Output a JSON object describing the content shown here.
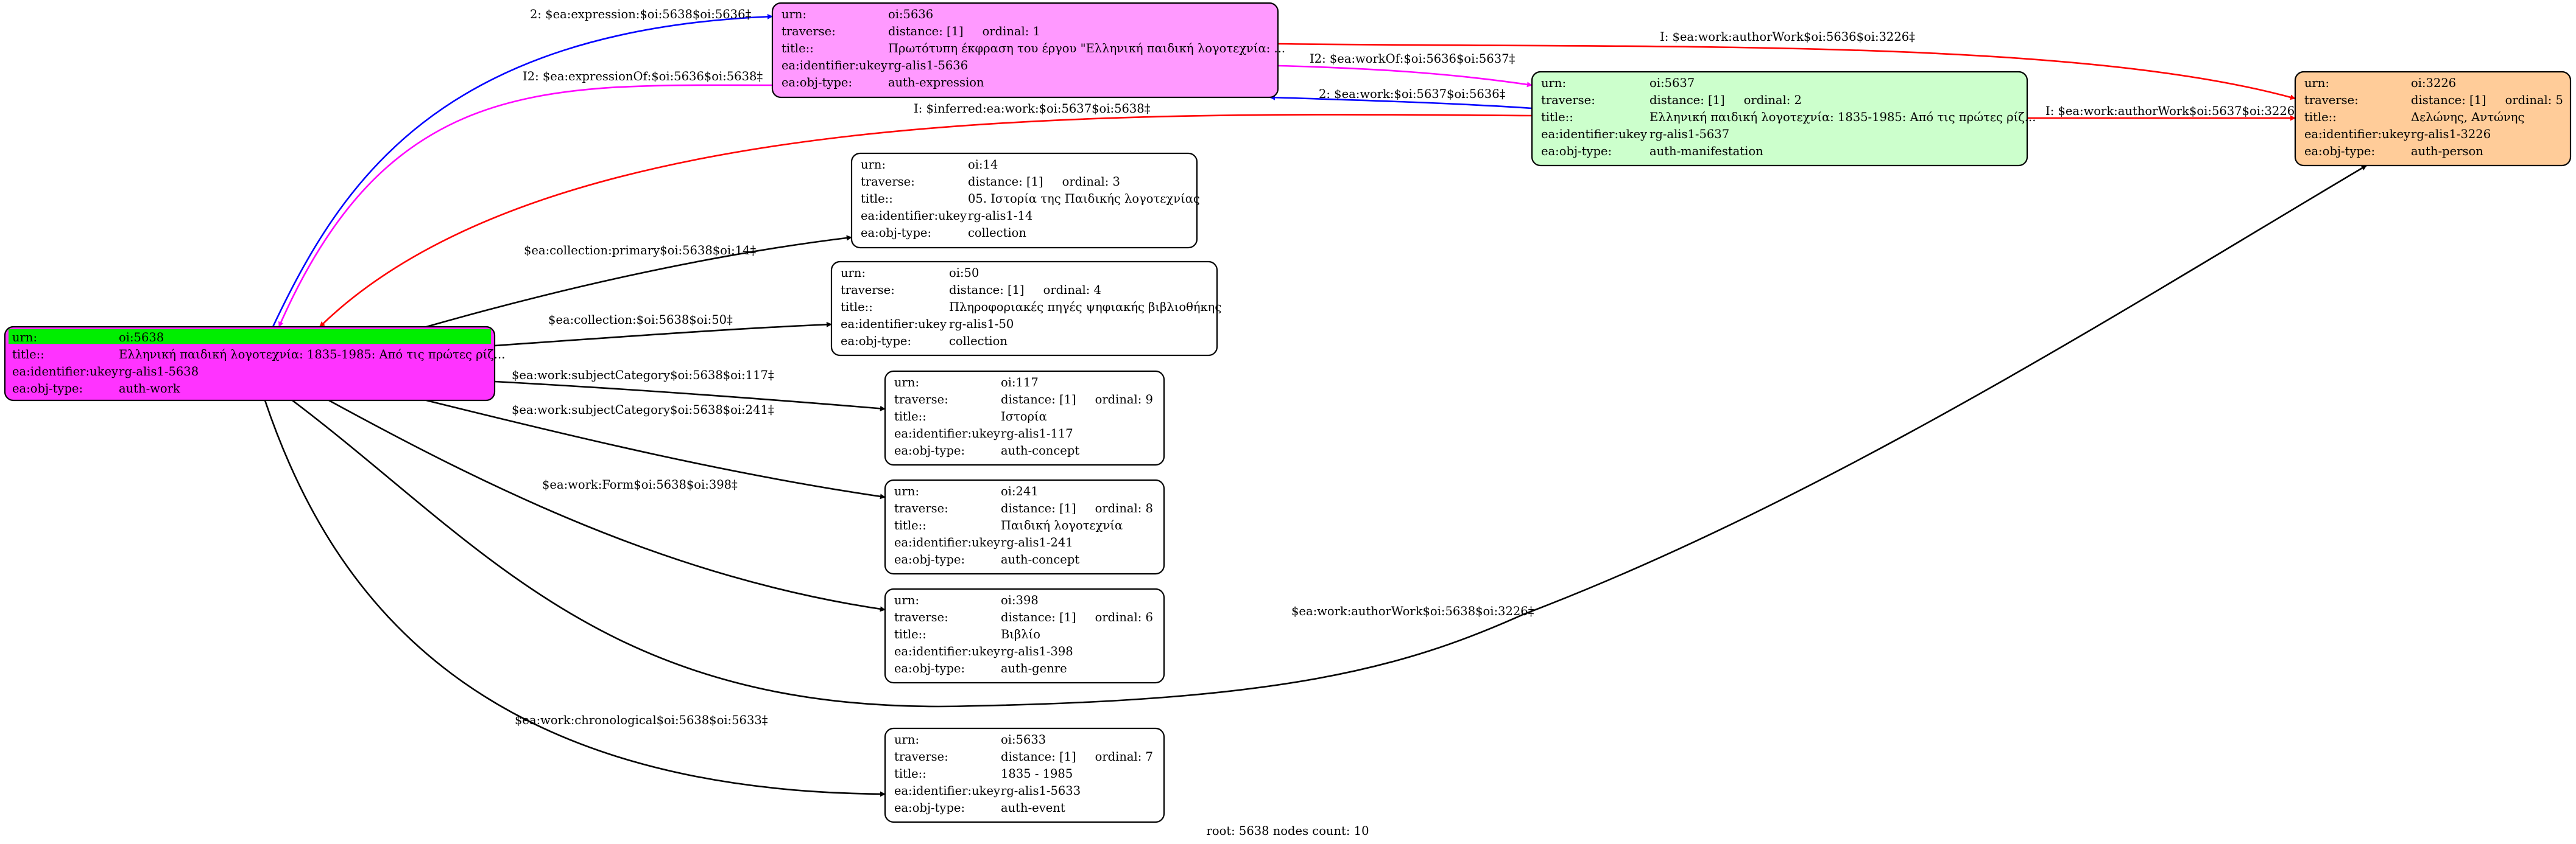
{
  "colors": {
    "blue": "#0000ff",
    "magenta": "#ff00ff",
    "red": "#ff0000",
    "black": "#000000",
    "work_fill": "#ff33ff",
    "work_urn_highlight": "#00ee00",
    "expression_fill": "#ff99ff",
    "manifestation_fill": "#ccffcc",
    "person_fill": "#ffcc99",
    "plain_fill": "#ffffff"
  },
  "nodes": {
    "n5638": {
      "rows": [
        [
          "urn:",
          "oi:5638"
        ],
        [
          "title::",
          "Ελληνική παιδική λογοτεχνία: 1835-1985: Από τις πρώτες ρίζ..."
        ],
        [
          "ea:identifier:ukey",
          "rg-alis1-5638"
        ],
        [
          "ea:obj-type:",
          "auth-work"
        ]
      ]
    },
    "n5636": {
      "rows": [
        [
          "urn:",
          "oi:5636"
        ],
        [
          "traverse:",
          "distance: [1]     ordinal: 1"
        ],
        [
          "title::",
          "Πρωτότυπη έκφραση του έργου \"Ελληνική παιδική λογοτεχνία: ..."
        ],
        [
          "ea:identifier:ukey",
          "rg-alis1-5636"
        ],
        [
          "ea:obj-type:",
          "auth-expression"
        ]
      ]
    },
    "n5637": {
      "rows": [
        [
          "urn:",
          "oi:5637"
        ],
        [
          "traverse:",
          "distance: [1]     ordinal: 2"
        ],
        [
          "title::",
          "Ελληνική παιδική λογοτεχνία: 1835-1985: Από τις πρώτες ρίζ..."
        ],
        [
          "ea:identifier:ukey",
          "rg-alis1-5637"
        ],
        [
          "ea:obj-type:",
          "auth-manifestation"
        ]
      ]
    },
    "n3226": {
      "rows": [
        [
          "urn:",
          "oi:3226"
        ],
        [
          "traverse:",
          "distance: [1]     ordinal: 5"
        ],
        [
          "title::",
          "Δελώνης, Αντώνης"
        ],
        [
          "ea:identifier:ukey",
          "rg-alis1-3226"
        ],
        [
          "ea:obj-type:",
          "auth-person"
        ]
      ]
    },
    "n14": {
      "rows": [
        [
          "urn:",
          "oi:14"
        ],
        [
          "traverse:",
          "distance: [1]     ordinal: 3"
        ],
        [
          "title::",
          "05. Ιστορία της Παιδικής λογοτεχνίας"
        ],
        [
          "ea:identifier:ukey",
          "rg-alis1-14"
        ],
        [
          "ea:obj-type:",
          "collection"
        ]
      ]
    },
    "n50": {
      "rows": [
        [
          "urn:",
          "oi:50"
        ],
        [
          "traverse:",
          "distance: [1]     ordinal: 4"
        ],
        [
          "title::",
          "Πληροφοριακές πηγές ψηφιακής βιβλιοθήκης"
        ],
        [
          "ea:identifier:ukey",
          "rg-alis1-50"
        ],
        [
          "ea:obj-type:",
          "collection"
        ]
      ]
    },
    "n117": {
      "rows": [
        [
          "urn:",
          "oi:117"
        ],
        [
          "traverse:",
          "distance: [1]     ordinal: 9"
        ],
        [
          "title::",
          "Ιστορία"
        ],
        [
          "ea:identifier:ukey",
          "rg-alis1-117"
        ],
        [
          "ea:obj-type:",
          "auth-concept"
        ]
      ]
    },
    "n241": {
      "rows": [
        [
          "urn:",
          "oi:241"
        ],
        [
          "traverse:",
          "distance: [1]     ordinal: 8"
        ],
        [
          "title::",
          "Παιδική λογοτεχνία"
        ],
        [
          "ea:identifier:ukey",
          "rg-alis1-241"
        ],
        [
          "ea:obj-type:",
          "auth-concept"
        ]
      ]
    },
    "n398": {
      "rows": [
        [
          "urn:",
          "oi:398"
        ],
        [
          "traverse:",
          "distance: [1]     ordinal: 6"
        ],
        [
          "title::",
          "Βιβλίο"
        ],
        [
          "ea:identifier:ukey",
          "rg-alis1-398"
        ],
        [
          "ea:obj-type:",
          "auth-genre"
        ]
      ]
    },
    "n5633": {
      "rows": [
        [
          "urn:",
          "oi:5633"
        ],
        [
          "traverse:",
          "distance: [1]     ordinal: 7"
        ],
        [
          "title::",
          "1835 - 1985"
        ],
        [
          "ea:identifier:ukey",
          "rg-alis1-5633"
        ],
        [
          "ea:obj-type:",
          "auth-event"
        ]
      ]
    }
  },
  "edges": {
    "e_expression": "2: $ea:expression:$oi:5638$oi:5636‡",
    "e_expressionOf": "I2: $ea:expressionOf:$oi:5636$oi:5638‡",
    "e_authorWork_5636": "I: $ea:work:authorWork$oi:5636$oi:3226‡",
    "e_workOf": "I2: $ea:workOf:$oi:5636$oi:5637‡",
    "e_work_5637_5636": "2: $ea:work:$oi:5637$oi:5636‡",
    "e_authorWork_5637": "I: $ea:work:authorWork$oi:5637$oi:3226‡",
    "e_inferred": "I: $inferred:ea:work:$oi:5637$oi:5638‡",
    "e_primary": "$ea:collection:primary$oi:5638$oi:14‡",
    "e_collection": "$ea:collection:$oi:5638$oi:50‡",
    "e_subject117": "$ea:work:subjectCategory$oi:5638$oi:117‡",
    "e_subject241": "$ea:work:subjectCategory$oi:5638$oi:241‡",
    "e_form": "$ea:work:Form$oi:5638$oi:398‡",
    "e_authorWork_5638": "$ea:work:authorWork$oi:5638$oi:3226‡",
    "e_chrono": "$ea:work:chronological$oi:5638$oi:5633‡"
  },
  "footer": "root: 5638 nodes count: 10"
}
